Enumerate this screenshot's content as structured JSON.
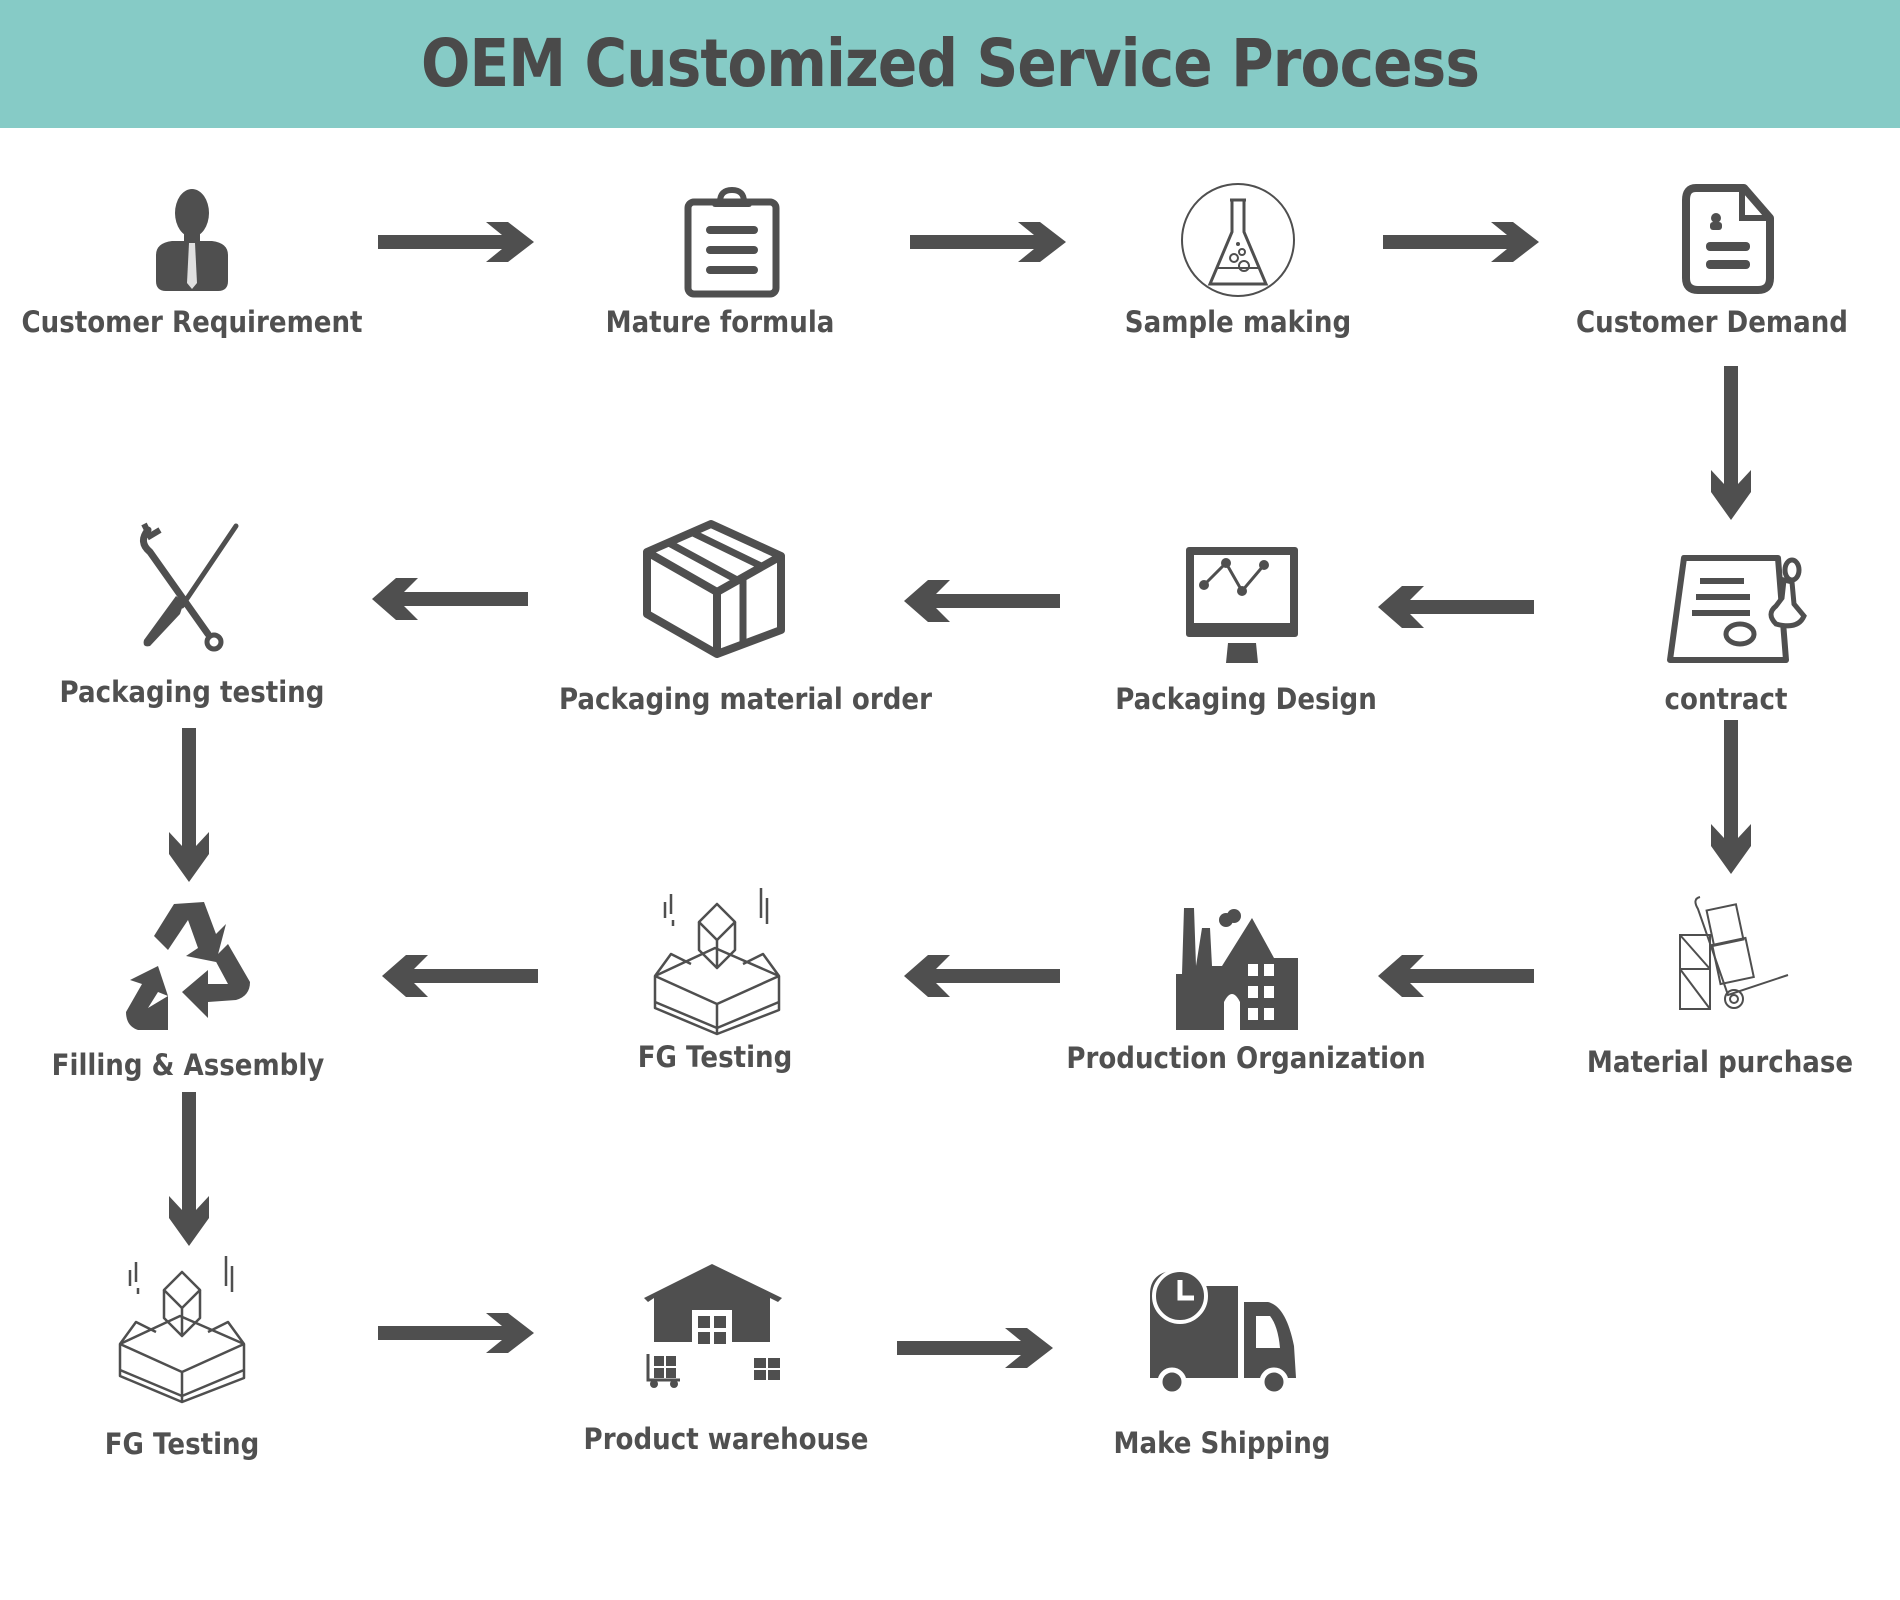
{
  "header": {
    "title": "OEM Customized Service Process",
    "background_color": "#86cbc6",
    "text_color": "#4a4a4a"
  },
  "icon_color": "#4f4f4f",
  "steps": [
    {
      "order": 1,
      "label": "Customer Requirement",
      "icon": "businessman-icon"
    },
    {
      "order": 2,
      "label": "Mature formula",
      "icon": "clipboard-icon"
    },
    {
      "order": 3,
      "label": "Sample making",
      "icon": "flask-icon"
    },
    {
      "order": 4,
      "label": "Customer Demand",
      "icon": "document-icon"
    },
    {
      "order": 5,
      "label": "contract",
      "icon": "contract-stamp-icon"
    },
    {
      "order": 6,
      "label": "Packaging Design",
      "icon": "monitor-chart-icon"
    },
    {
      "order": 7,
      "label": "Packaging material order",
      "icon": "box-icon"
    },
    {
      "order": 8,
      "label": "Packaging testing",
      "icon": "tools-icon"
    },
    {
      "order": 9,
      "label": "Material purchase",
      "icon": "hand-truck-icon"
    },
    {
      "order": 10,
      "label": "Production Organization",
      "icon": "factory-icon"
    },
    {
      "order": 11,
      "label": "FG Testing",
      "icon": "box-drop-icon"
    },
    {
      "order": 12,
      "label": "Filling & Assembly",
      "icon": "recycle-icon"
    },
    {
      "order": 13,
      "label": "FG Testing",
      "icon": "box-drop-icon"
    },
    {
      "order": 14,
      "label": "Product warehouse",
      "icon": "warehouse-icon"
    },
    {
      "order": 15,
      "label": "Make Shipping",
      "icon": "delivery-truck-icon"
    }
  ],
  "connections": [
    {
      "from": 1,
      "to": 2,
      "direction": "right"
    },
    {
      "from": 2,
      "to": 3,
      "direction": "right"
    },
    {
      "from": 3,
      "to": 4,
      "direction": "right"
    },
    {
      "from": 4,
      "to": 5,
      "direction": "down"
    },
    {
      "from": 5,
      "to": 6,
      "direction": "left"
    },
    {
      "from": 6,
      "to": 7,
      "direction": "left"
    },
    {
      "from": 7,
      "to": 8,
      "direction": "left"
    },
    {
      "from": 5,
      "to": 9,
      "direction": "down"
    },
    {
      "from": 9,
      "to": 10,
      "direction": "left"
    },
    {
      "from": 10,
      "to": 11,
      "direction": "left"
    },
    {
      "from": 11,
      "to": 12,
      "direction": "left"
    },
    {
      "from": 8,
      "to": 12,
      "direction": "down"
    },
    {
      "from": 12,
      "to": 13,
      "direction": "down"
    },
    {
      "from": 13,
      "to": 14,
      "direction": "right"
    },
    {
      "from": 14,
      "to": 15,
      "direction": "right"
    }
  ]
}
